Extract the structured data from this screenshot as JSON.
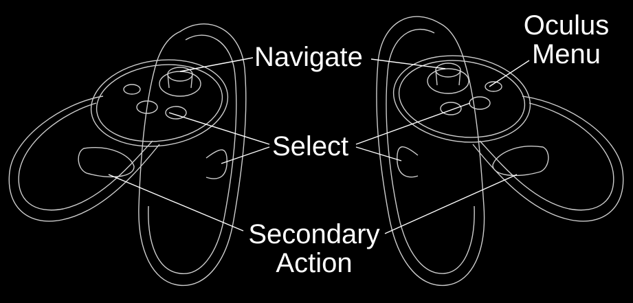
{
  "labels": {
    "navigate": "Navigate",
    "select": "Select",
    "secondary_line1": "Secondary",
    "secondary_line2": "Action",
    "oculus_line1": "Oculus",
    "oculus_line2": "Menu"
  },
  "colors": {
    "background": "#000000",
    "line": "#e8e8e8",
    "text": "#ffffff"
  }
}
